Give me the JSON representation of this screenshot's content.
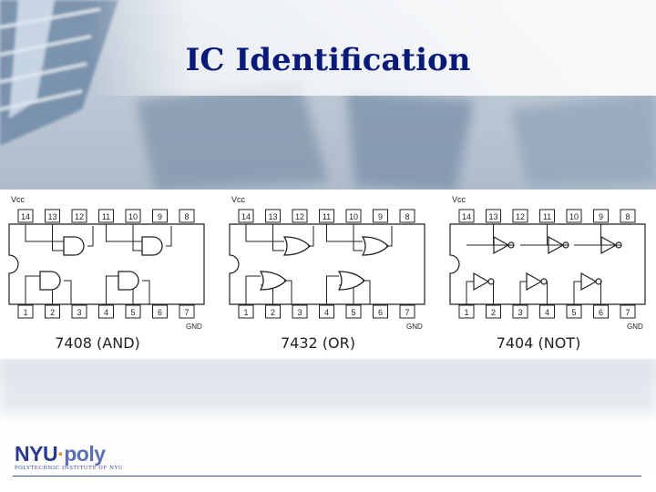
{
  "slide": {
    "title": "IC Identification"
  },
  "chips": [
    {
      "label": "7408 (AND)",
      "type": "and"
    },
    {
      "label": "7432 (OR)",
      "type": "or"
    },
    {
      "label": "7404 (NOT)",
      "type": "not"
    }
  ],
  "pins": {
    "top": [
      "14",
      "13",
      "12",
      "11",
      "10",
      "9",
      "8"
    ],
    "bottom": [
      "1",
      "2",
      "3",
      "4",
      "5",
      "6",
      "7"
    ]
  },
  "power_label": "Vcc",
  "ground_label": "GND",
  "logo": {
    "brand_left": "NYU",
    "brand_dot": "·",
    "brand_right": "poly",
    "subtitle": "POLYTECHNIC INSTITUTE OF NYU"
  },
  "colors": {
    "title": "#0a1a7a",
    "brand": "#2b3a8f",
    "diagram_ink": "#222222"
  }
}
